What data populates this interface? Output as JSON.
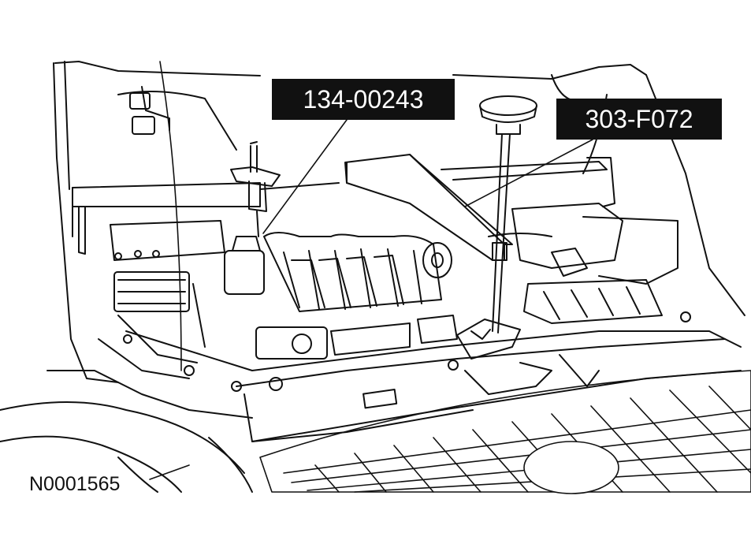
{
  "labels": {
    "tool_a": "134-00243",
    "tool_b": "303-F072",
    "figure_id": "N0001565"
  }
}
